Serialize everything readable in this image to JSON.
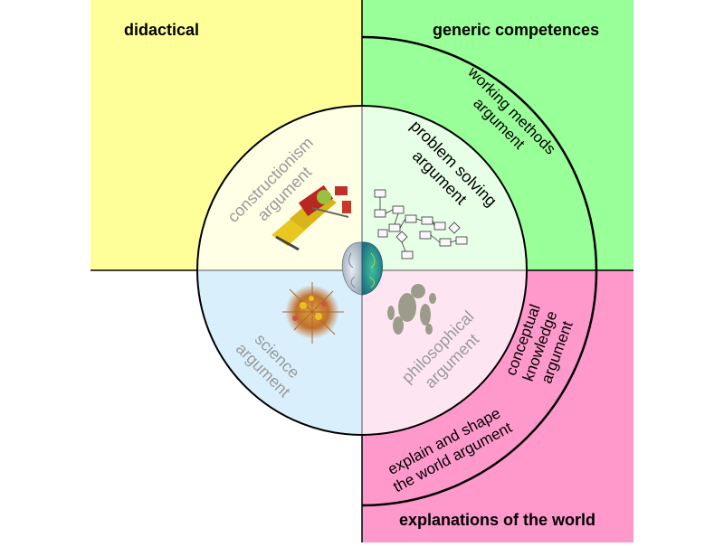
{
  "quadrants": {
    "top_left": {
      "title": "didactical",
      "color": "#ffff99"
    },
    "top_right": {
      "title": "generic competences",
      "color": "#99ff99"
    },
    "bottom_right": {
      "title": "explanations of the world",
      "color": "#ff99cc"
    }
  },
  "inner_sectors": {
    "constructionism": {
      "line1": "constructionism",
      "line2": "argument",
      "color": "#ffffe6"
    },
    "problem_solving": {
      "line1": "problem solving",
      "line2": "argument",
      "color": "#e6ffe6"
    },
    "science": {
      "line1": "science",
      "line2": "argument",
      "color": "#d9f0fc"
    },
    "philosophical": {
      "line1": "philosophical",
      "line2": "argument",
      "color": "#fde6f2"
    }
  },
  "outer_ring": {
    "working_methods": {
      "line1": "working methods",
      "line2": "argument"
    },
    "conceptual_knowledge": {
      "line1": "conceptual",
      "line2": "knowledge",
      "line3": "argument"
    },
    "explain_shape": {
      "line1": "explain and shape",
      "line2": "the world argument"
    }
  },
  "colors": {
    "muted_text": "#999999",
    "strong_text": "#000000",
    "circle_stroke": "#000000"
  }
}
